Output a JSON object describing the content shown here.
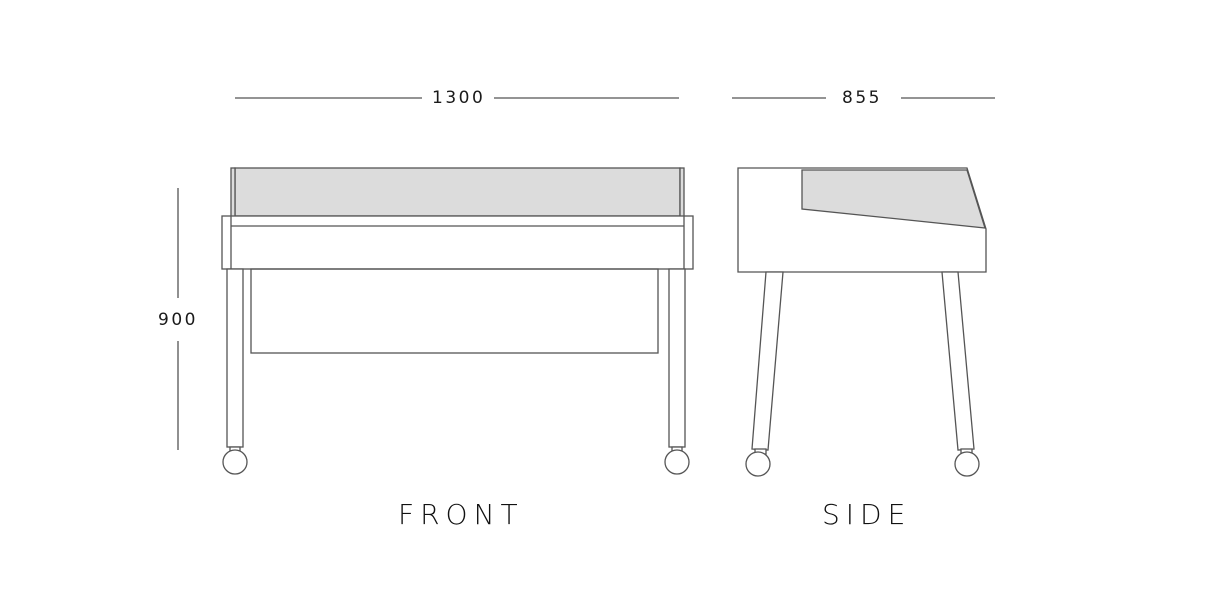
{
  "dimensions": {
    "width": "1300",
    "depth": "855",
    "height": "900"
  },
  "views": {
    "front": "FRONT",
    "side": "SIDE"
  },
  "colors": {
    "line": "#555555",
    "fill_shaded": "#dcdcdc",
    "background": "#ffffff",
    "text": "#1a1a1a"
  }
}
